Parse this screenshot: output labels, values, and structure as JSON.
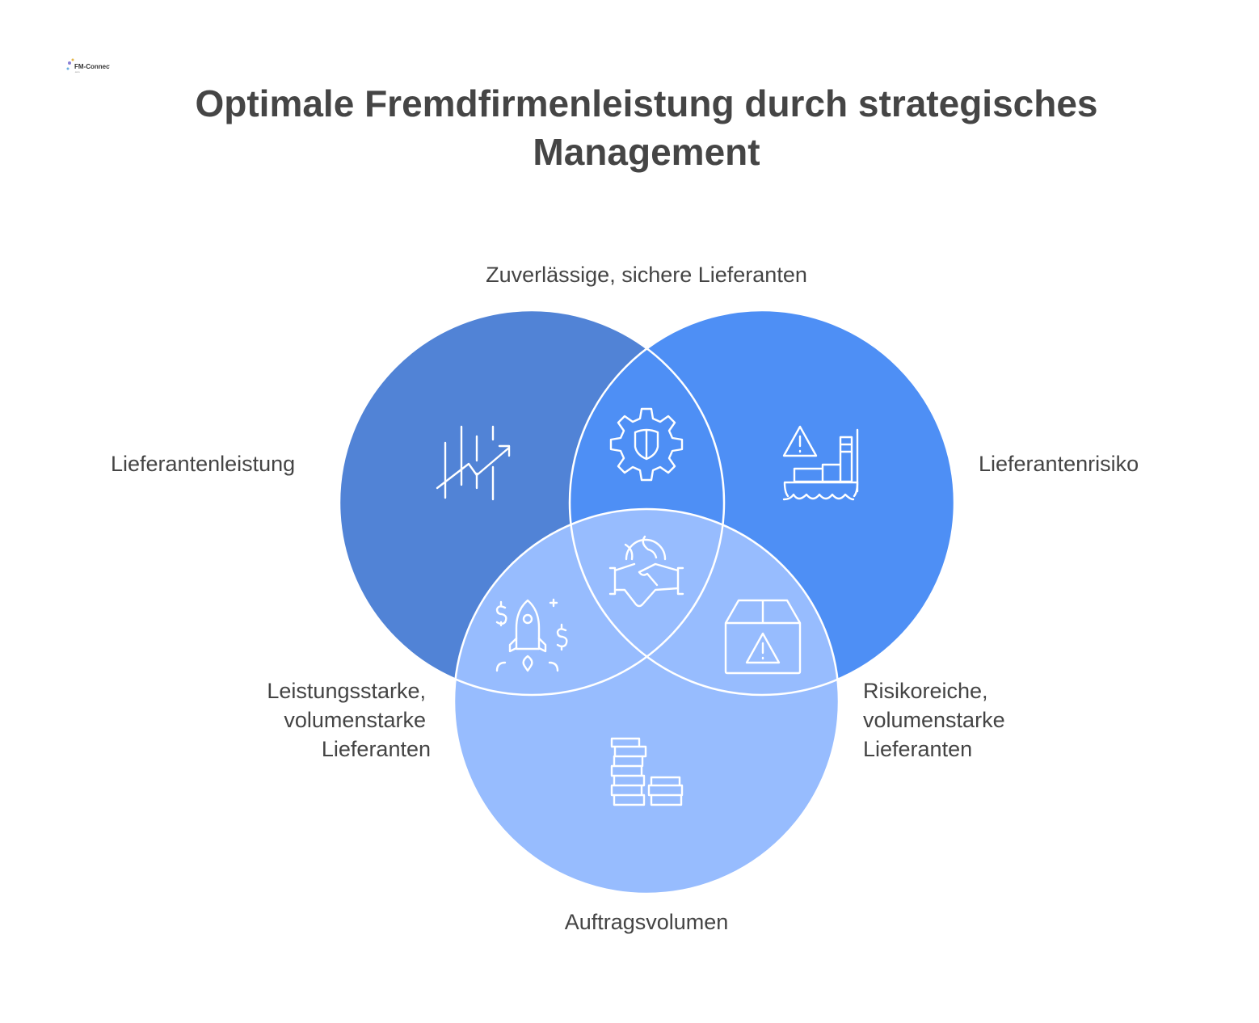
{
  "logo": {
    "text": "FM-Connect.com"
  },
  "title": "Optimale Fremdfirmenleistung durch strategisches Management",
  "sets": {
    "left": {
      "label": "Lieferantenleistung",
      "icon": "rising-chart-icon",
      "color": "#5183D6"
    },
    "right": {
      "label": "Lieferantenrisiko",
      "icon": "cargo-ship-warning-icon",
      "color": "#4E8FF5"
    },
    "bottom": {
      "label": "Auftragsvolumen",
      "icon": "coin-stacks-icon",
      "color": "#97BCFE"
    }
  },
  "intersections": {
    "left_right": {
      "label": "Zuverlässige, sichere Lieferanten",
      "icon": "gear-shield-icon"
    },
    "left_bottom": {
      "label_lines": [
        "Leistungsstarke,",
        "volumenstarke",
        "Lieferanten"
      ],
      "icon": "rocket-money-icon"
    },
    "right_bottom": {
      "label_lines": [
        "Risikoreiche,",
        "volumenstarke",
        "Lieferanten"
      ],
      "icon": "box-warning-icon"
    },
    "center": {
      "icon": "globe-handshake-icon"
    }
  }
}
